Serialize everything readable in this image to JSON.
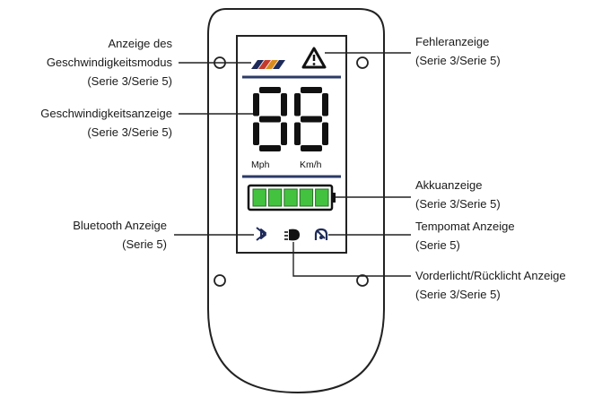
{
  "labels": {
    "speed_mode": {
      "line1": "Anzeige des",
      "line2": "Geschwindigkeitsmodus",
      "line3": "(Serie 3/Serie 5)"
    },
    "speed_display": {
      "line1": "Geschwindigkeitsanzeige",
      "line2": "(Serie 3/Serie 5)"
    },
    "bluetooth": {
      "line1": "Bluetooth Anzeige",
      "line2": "(Serie 5)"
    },
    "error": {
      "line1": "Fehleranzeige",
      "line2": "(Serie 3/Serie 5)"
    },
    "battery": {
      "line1": "Akkuanzeige",
      "line2": "(Serie 3/Serie 5)"
    },
    "cruise": {
      "line1": "Tempomat Anzeige",
      "line2": "(Serie 5)"
    },
    "lights": {
      "line1": "Vorderlicht/Rücklicht Anzeige",
      "line2": "(Serie 3/Serie 5)"
    }
  },
  "display": {
    "speed_digits": "88",
    "unit_mph": "Mph",
    "unit_kmh": "Km/h",
    "battery_segments": 5,
    "battery_level_percent": 100
  },
  "icons": {
    "speed_mode": "speed-mode-stripes-icon",
    "error": "warning-triangle-icon",
    "bluetooth": "bluetooth-icon",
    "lights": "headlight-icon",
    "cruise": "cruise-control-icon"
  },
  "colors": {
    "panel_border": "#222222",
    "divider": "#2b3a67",
    "battery_fill": "#43c23f",
    "mode_stripe_1": "#1e2b5a",
    "mode_stripe_2": "#c43b2e",
    "mode_stripe_3": "#d98c1e"
  }
}
